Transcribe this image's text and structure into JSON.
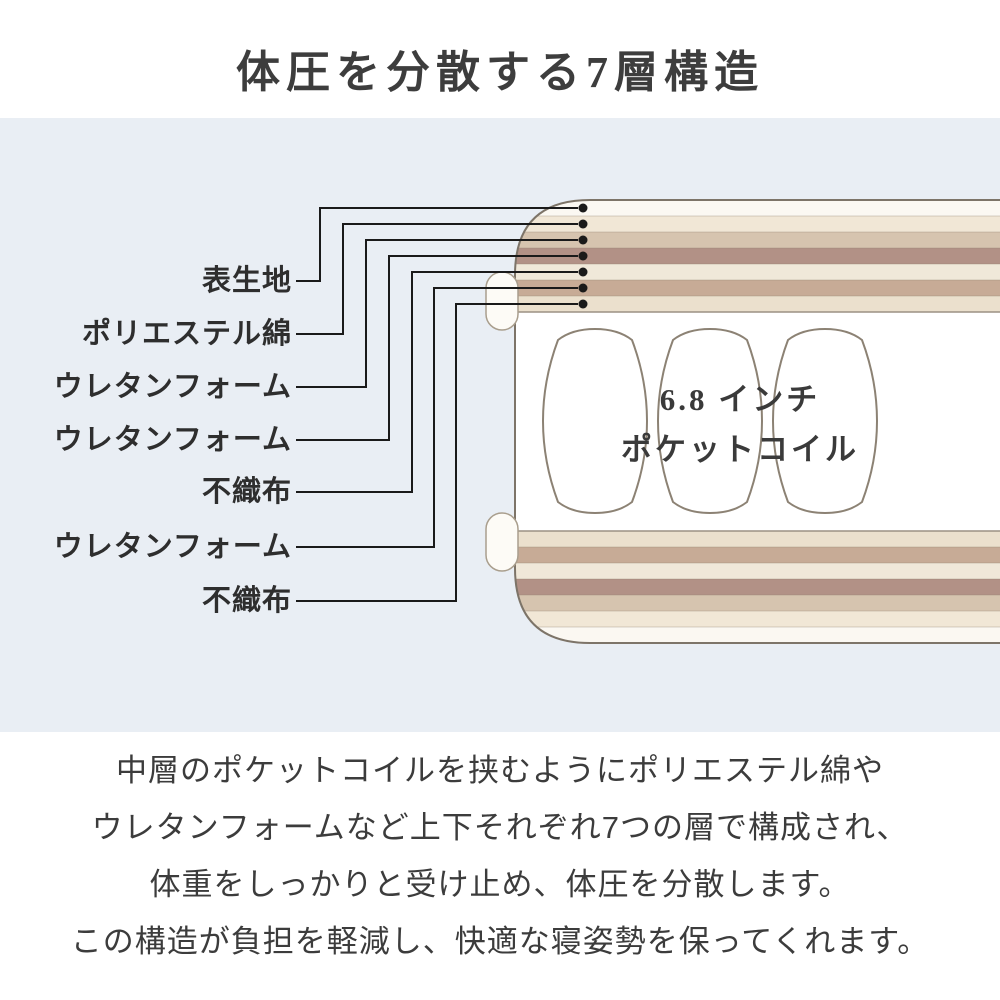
{
  "title": "体圧を分散する7層構造",
  "diagram": {
    "layer_labels": [
      "表生地",
      "ポリエステル綿",
      "ウレタンフォーム",
      "ウレタンフォーム",
      "不織布",
      "ウレタンフォーム",
      "不織布"
    ],
    "coil_label": {
      "line1": "6.8 インチ",
      "line2": "ポケットコイル"
    },
    "stripe_colors": [
      "#fbf8f2",
      "#f1e7d6",
      "#d6c4af",
      "#b29186",
      "#f0e8d9",
      "#c7ab96",
      "#ebe0cd"
    ],
    "colors": {
      "panel_bg": "#e9eef4",
      "coil_outline": "#8c8274",
      "connector": "#1a1a1a",
      "body_outline": "#7d7468"
    }
  },
  "description": {
    "lines": [
      "中層のポケットコイルを挟むようにポリエステル綿や",
      "ウレタンフォームなど上下それぞれ7つの層で構成され、",
      "体重をしっかりと受け止め、体圧を分散します。",
      "この構造が負担を軽減し、快適な寝姿勢を保ってくれます。"
    ]
  }
}
